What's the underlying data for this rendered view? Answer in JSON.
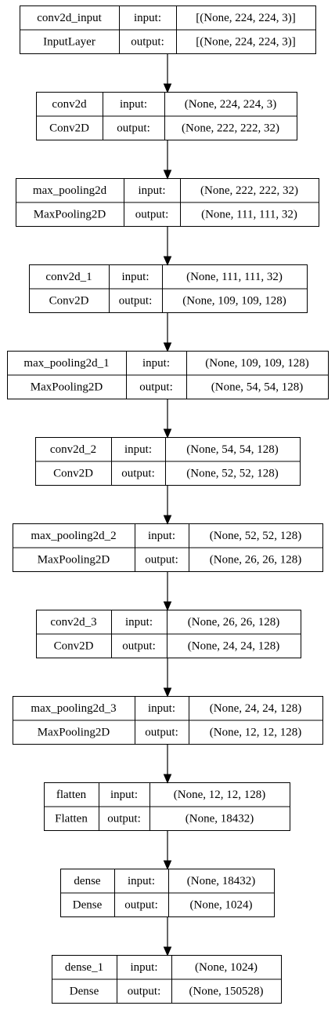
{
  "colors": {
    "stroke": "#000000",
    "background": "#ffffff",
    "text": "#000000"
  },
  "layers": [
    {
      "name": "conv2d_input",
      "type": "InputLayer",
      "input_label": "input:",
      "output_label": "output:",
      "input_shape": "[(None, 224, 224, 3)]",
      "output_shape": "[(None, 224, 224, 3)]"
    },
    {
      "name": "conv2d",
      "type": "Conv2D",
      "input_label": "input:",
      "output_label": "output:",
      "input_shape": "(None, 224, 224, 3)",
      "output_shape": "(None, 222, 222, 32)"
    },
    {
      "name": "max_pooling2d",
      "type": "MaxPooling2D",
      "input_label": "input:",
      "output_label": "output:",
      "input_shape": "(None, 222, 222, 32)",
      "output_shape": "(None, 111, 111, 32)"
    },
    {
      "name": "conv2d_1",
      "type": "Conv2D",
      "input_label": "input:",
      "output_label": "output:",
      "input_shape": "(None, 111, 111, 32)",
      "output_shape": "(None, 109, 109, 128)"
    },
    {
      "name": "max_pooling2d_1",
      "type": "MaxPooling2D",
      "input_label": "input:",
      "output_label": "output:",
      "input_shape": "(None, 109, 109, 128)",
      "output_shape": "(None, 54, 54, 128)"
    },
    {
      "name": "conv2d_2",
      "type": "Conv2D",
      "input_label": "input:",
      "output_label": "output:",
      "input_shape": "(None, 54, 54, 128)",
      "output_shape": "(None, 52, 52, 128)"
    },
    {
      "name": "max_pooling2d_2",
      "type": "MaxPooling2D",
      "input_label": "input:",
      "output_label": "output:",
      "input_shape": "(None, 52, 52, 128)",
      "output_shape": "(None, 26, 26, 128)"
    },
    {
      "name": "conv2d_3",
      "type": "Conv2D",
      "input_label": "input:",
      "output_label": "output:",
      "input_shape": "(None, 26, 26, 128)",
      "output_shape": "(None, 24, 24, 128)"
    },
    {
      "name": "max_pooling2d_3",
      "type": "MaxPooling2D",
      "input_label": "input:",
      "output_label": "output:",
      "input_shape": "(None, 24, 24, 128)",
      "output_shape": "(None, 12, 12, 128)"
    },
    {
      "name": "flatten",
      "type": "Flatten",
      "input_label": "input:",
      "output_label": "output:",
      "input_shape": "(None, 12, 12, 128)",
      "output_shape": "(None, 18432)"
    },
    {
      "name": "dense",
      "type": "Dense",
      "input_label": "input:",
      "output_label": "output:",
      "input_shape": "(None, 18432)",
      "output_shape": "(None, 1024)"
    },
    {
      "name": "dense_1",
      "type": "Dense",
      "input_label": "input:",
      "output_label": "output:",
      "input_shape": "(None, 1024)",
      "output_shape": "(None, 150528)"
    }
  ]
}
